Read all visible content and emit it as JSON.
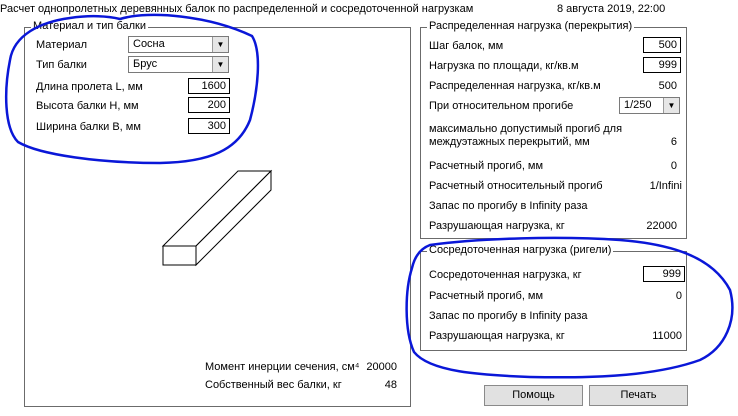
{
  "header": {
    "title": "Расчет однопролетных деревянных балок по распределенной и сосредоточенной нагрузкам",
    "date": "8 августа 2019, 22:00"
  },
  "material_group": {
    "title": "Материал и тип балки",
    "material_label": "Материал",
    "material_value": "Сосна",
    "beam_type_label": "Тип балки",
    "beam_type_value": "Брус",
    "span_label": "Длина пролета L, мм",
    "span_value": "1600",
    "height_label": "Высота балки H, мм",
    "height_value": "200",
    "width_label": "Ширина балки B, мм",
    "width_value": "300",
    "inertia_label": "Момент инерции сечения, см⁴",
    "inertia_value": "20000",
    "weight_label": "Собственный вес балки, кг",
    "weight_value": "48"
  },
  "distributed_group": {
    "title": "Распределенная нагрузка (перекрытия)",
    "step_label": "Шаг балок, мм",
    "step_value": "500",
    "area_load_label": "Нагрузка по площади, кг/кв.м",
    "area_load_value": "999",
    "dist_load_label": "Распределенная нагрузка, кг/кв.м",
    "dist_load_value": "500",
    "rel_deflection_label": "При относительном прогибе",
    "rel_deflection_value": "1/250",
    "max_deflection_label_1": "максимально допустимый прогиб для",
    "max_deflection_label_2": "междуэтажных перекрытий, мм",
    "max_deflection_value": "6",
    "calc_deflection_label": "Расчетный прогиб, мм",
    "calc_deflection_value": "0",
    "calc_rel_deflection_label": "Расчетный относительный прогиб",
    "calc_rel_deflection_value": "1/Infini",
    "reserve_label": "Запас по прогибу в Infinity раза",
    "breaking_load_label": "Разрушающая нагрузка, кг",
    "breaking_load_value": "22000"
  },
  "concentrated_group": {
    "title": "Сосредоточенная нагрузка (ригели)",
    "load_label": "Сосредоточенная нагрузка, кг",
    "load_value": "999",
    "calc_deflection_label": "Расчетный прогиб, мм",
    "calc_deflection_value": "0",
    "reserve_label": "Запас по прогибу в Infinity раза",
    "breaking_load_label": "Разрушающая нагрузка, кг",
    "breaking_load_value": "11000"
  },
  "buttons": {
    "help": "Помощь",
    "print": "Печать"
  },
  "annotation": {
    "color": "#0a17d8"
  }
}
